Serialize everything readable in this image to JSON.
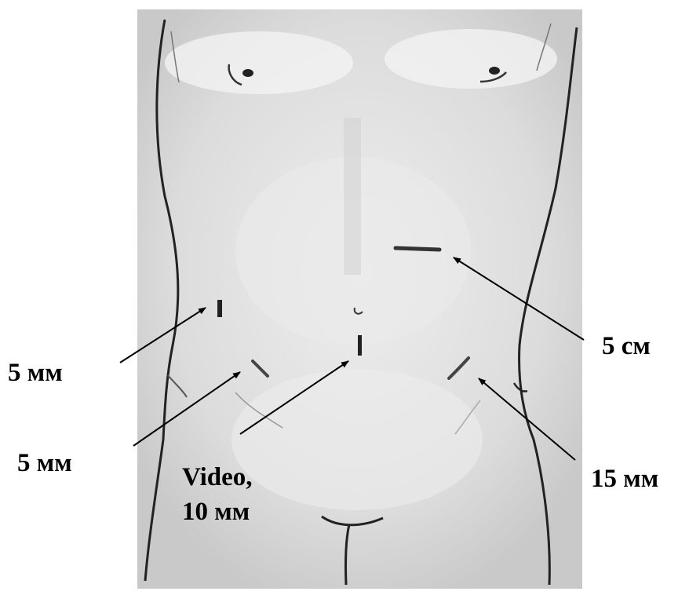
{
  "labels": {
    "left_upper": "5 мм",
    "left_lower": "5 мм",
    "video_line1": "Video,",
    "video_line2": "10 мм",
    "right_upper": "5 см",
    "right_lower": "15 мм"
  }
}
